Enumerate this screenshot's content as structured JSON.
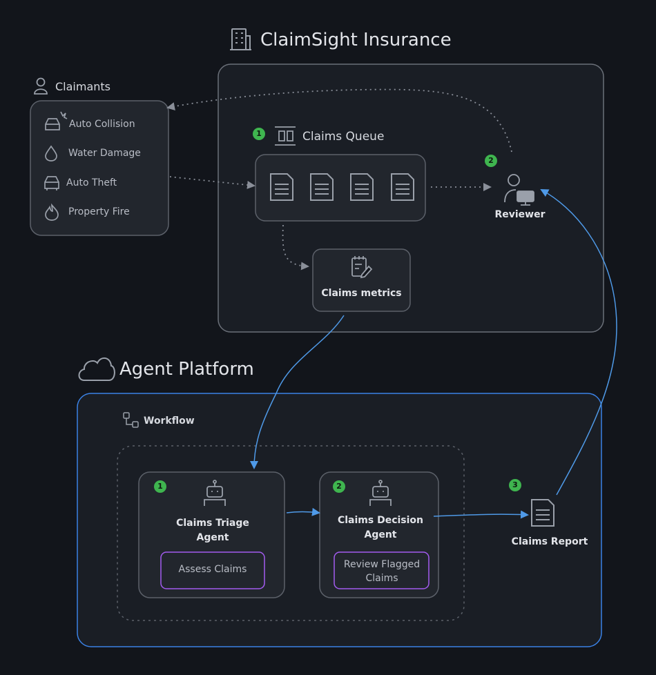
{
  "insurance": {
    "title": "ClaimSight Insurance",
    "claimants_label": "Claimants",
    "claimant_items": [
      "Auto Collision",
      "Water Damage",
      "Auto Theft",
      "Property Fire"
    ],
    "queue": {
      "label": "Claims Queue",
      "badge": "1"
    },
    "reviewer": {
      "label": "Reviewer",
      "badge": "2"
    },
    "metrics": {
      "label": "Claims metrics"
    }
  },
  "platform": {
    "title": "Agent Platform",
    "workflow_label": "Workflow",
    "triage_agent": {
      "badge": "1",
      "label": "Claims Triage Agent",
      "task": "Assess Claims"
    },
    "decision_agent": {
      "badge": "2",
      "label": "Claims Decision Agent",
      "task": "Review Flagged Claims"
    },
    "report": {
      "badge": "3",
      "label": "Claims Report"
    }
  },
  "colors": {
    "background": "#12151b",
    "panel_border": "#6b7079",
    "platform_border": "#3b82e6",
    "badge": "#3fb54f",
    "task_border": "#a35cf0",
    "flow_arrow": "#4f9ae8",
    "dotted_arrow": "#8a8f99"
  }
}
